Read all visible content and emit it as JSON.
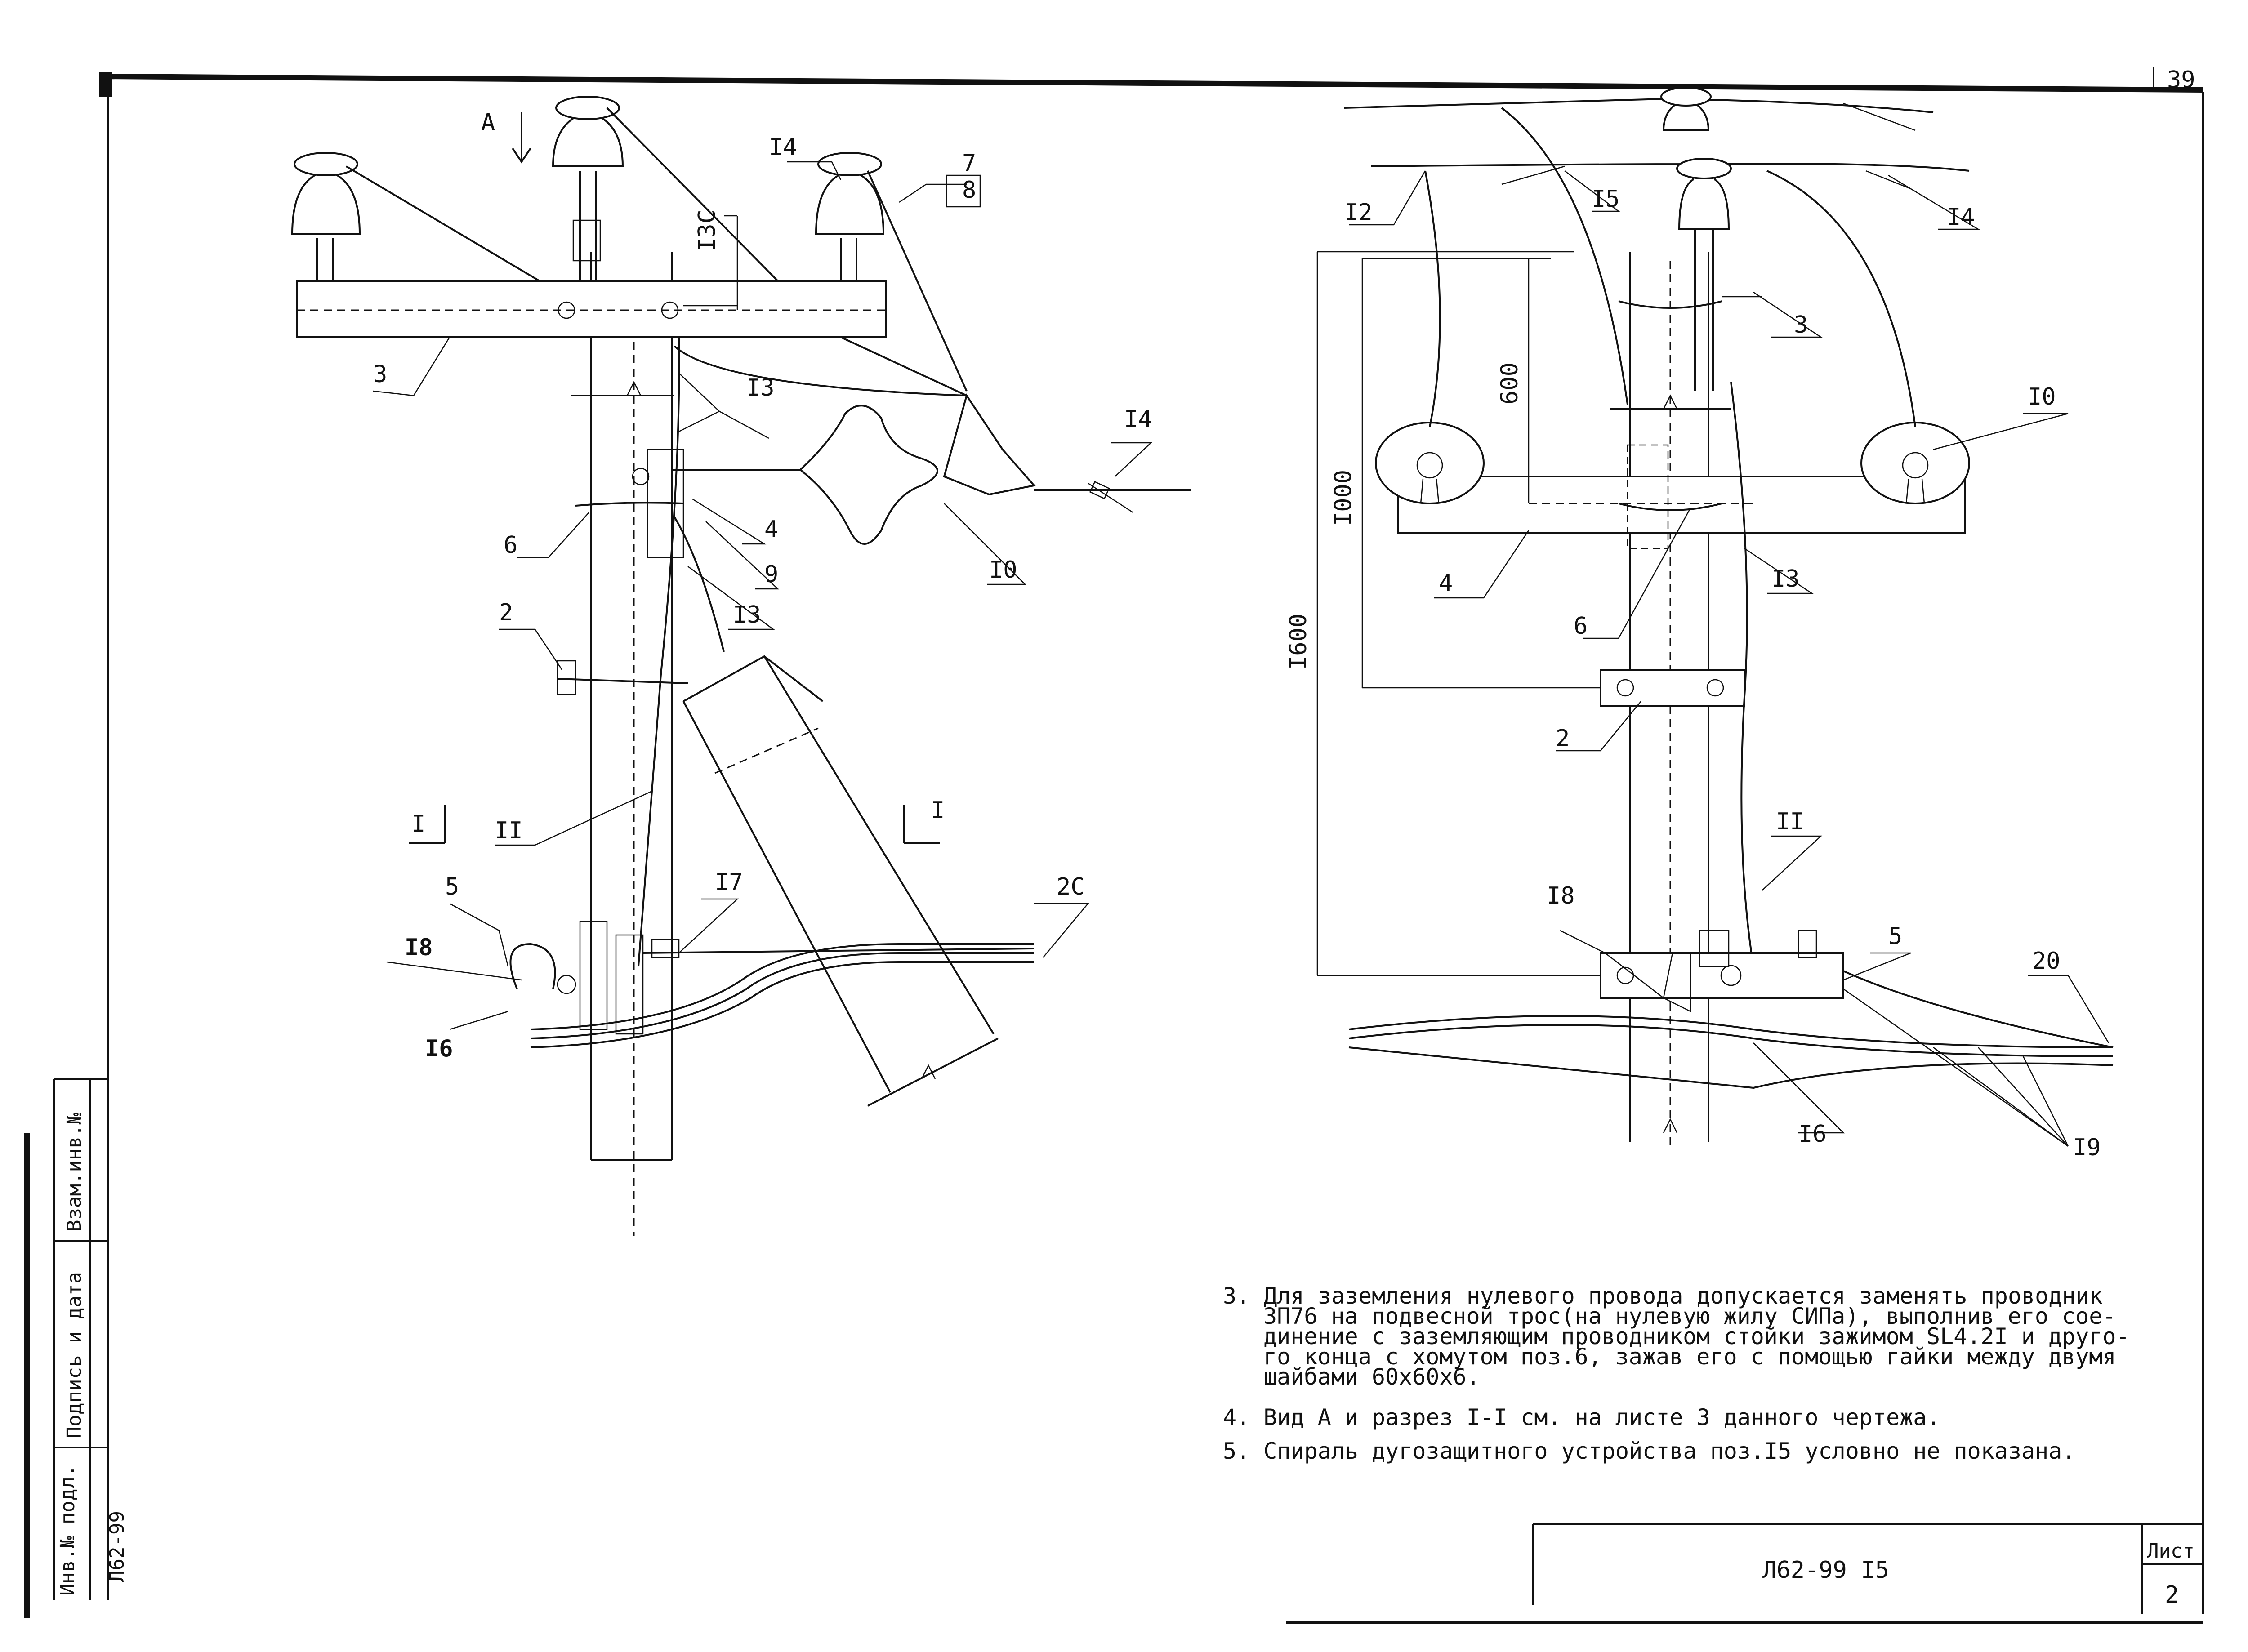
{
  "page_number": "39",
  "left_view": {
    "view_marker": "A",
    "dimension_130": "I3C",
    "labels": {
      "p7": "7",
      "p8": "8",
      "p14": "I4",
      "p3": "3",
      "p13a": "I3",
      "p13b": "I3",
      "p14b": "I4",
      "p6": "6",
      "p4": "4",
      "p9": "9",
      "p10": "I0",
      "p2": "2",
      "p11": "II",
      "p5": "5",
      "p17": "I7",
      "p20": "2C",
      "p18": "I8",
      "p16": "I6",
      "sec_left": "I",
      "sec_right": "I"
    }
  },
  "right_view": {
    "dims": {
      "d1600": "I600",
      "d1000": "I000",
      "d600": "600"
    },
    "labels": {
      "p12": "I2",
      "p15": "I5",
      "p14": "I4",
      "p3": "3",
      "p10": "I0",
      "p4": "4",
      "p6": "6",
      "p13": "I3",
      "p2": "2",
      "p11": "II",
      "p18": "I8",
      "p5": "5",
      "p20": "20",
      "p16": "I6",
      "p19": "I9"
    }
  },
  "notes": [
    "3. Для заземления нулевого провода допускается заменять проводник",
    "ЗП76 на подвесной трос(на нулевую жилу СИПа), выполнив его сое-",
    "динение с заземляющим проводником стойки зажимом SL4.2I и друго-",
    "го конца с хомутом поз.6, зажав его с помощью гайки между двумя",
    "шайбами 60х60х6.",
    "4. Вид А и разрез I-I см. на листе 3 данного чертежа.",
    "5. Спираль дугозащитного устройства поз.I5 условно не показана."
  ],
  "side_stamp": {
    "inv_podl": "Инв.№ подл.",
    "podpis": "Подпись и дата",
    "vzam": "Взам.инв.№",
    "doc_code": "Л62-99"
  },
  "title_block": {
    "code": "Л62-99 I5",
    "sheet_label": "Лист",
    "sheet_number": "2"
  }
}
